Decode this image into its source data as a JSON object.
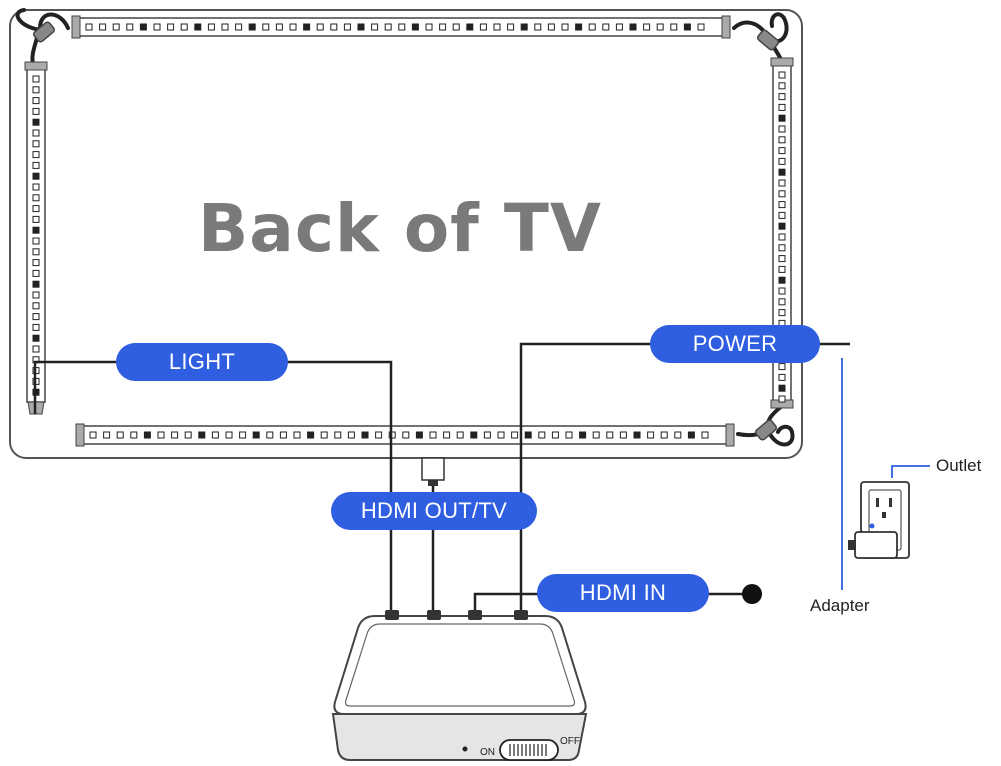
{
  "tv": {
    "title": "Back of TV"
  },
  "labels": {
    "light": "LIGHT",
    "hdmi_out": "HDMI OUT/TV",
    "power": "POWER",
    "hdmi_in": "HDMI IN",
    "outlet": "Outlet",
    "adapter": "Adapter"
  },
  "device": {
    "switch_on": "ON",
    "switch_off": "OFF"
  },
  "colors": {
    "accent": "#2f5fe0",
    "outline": "#555555",
    "title": "#7a7a7a"
  }
}
